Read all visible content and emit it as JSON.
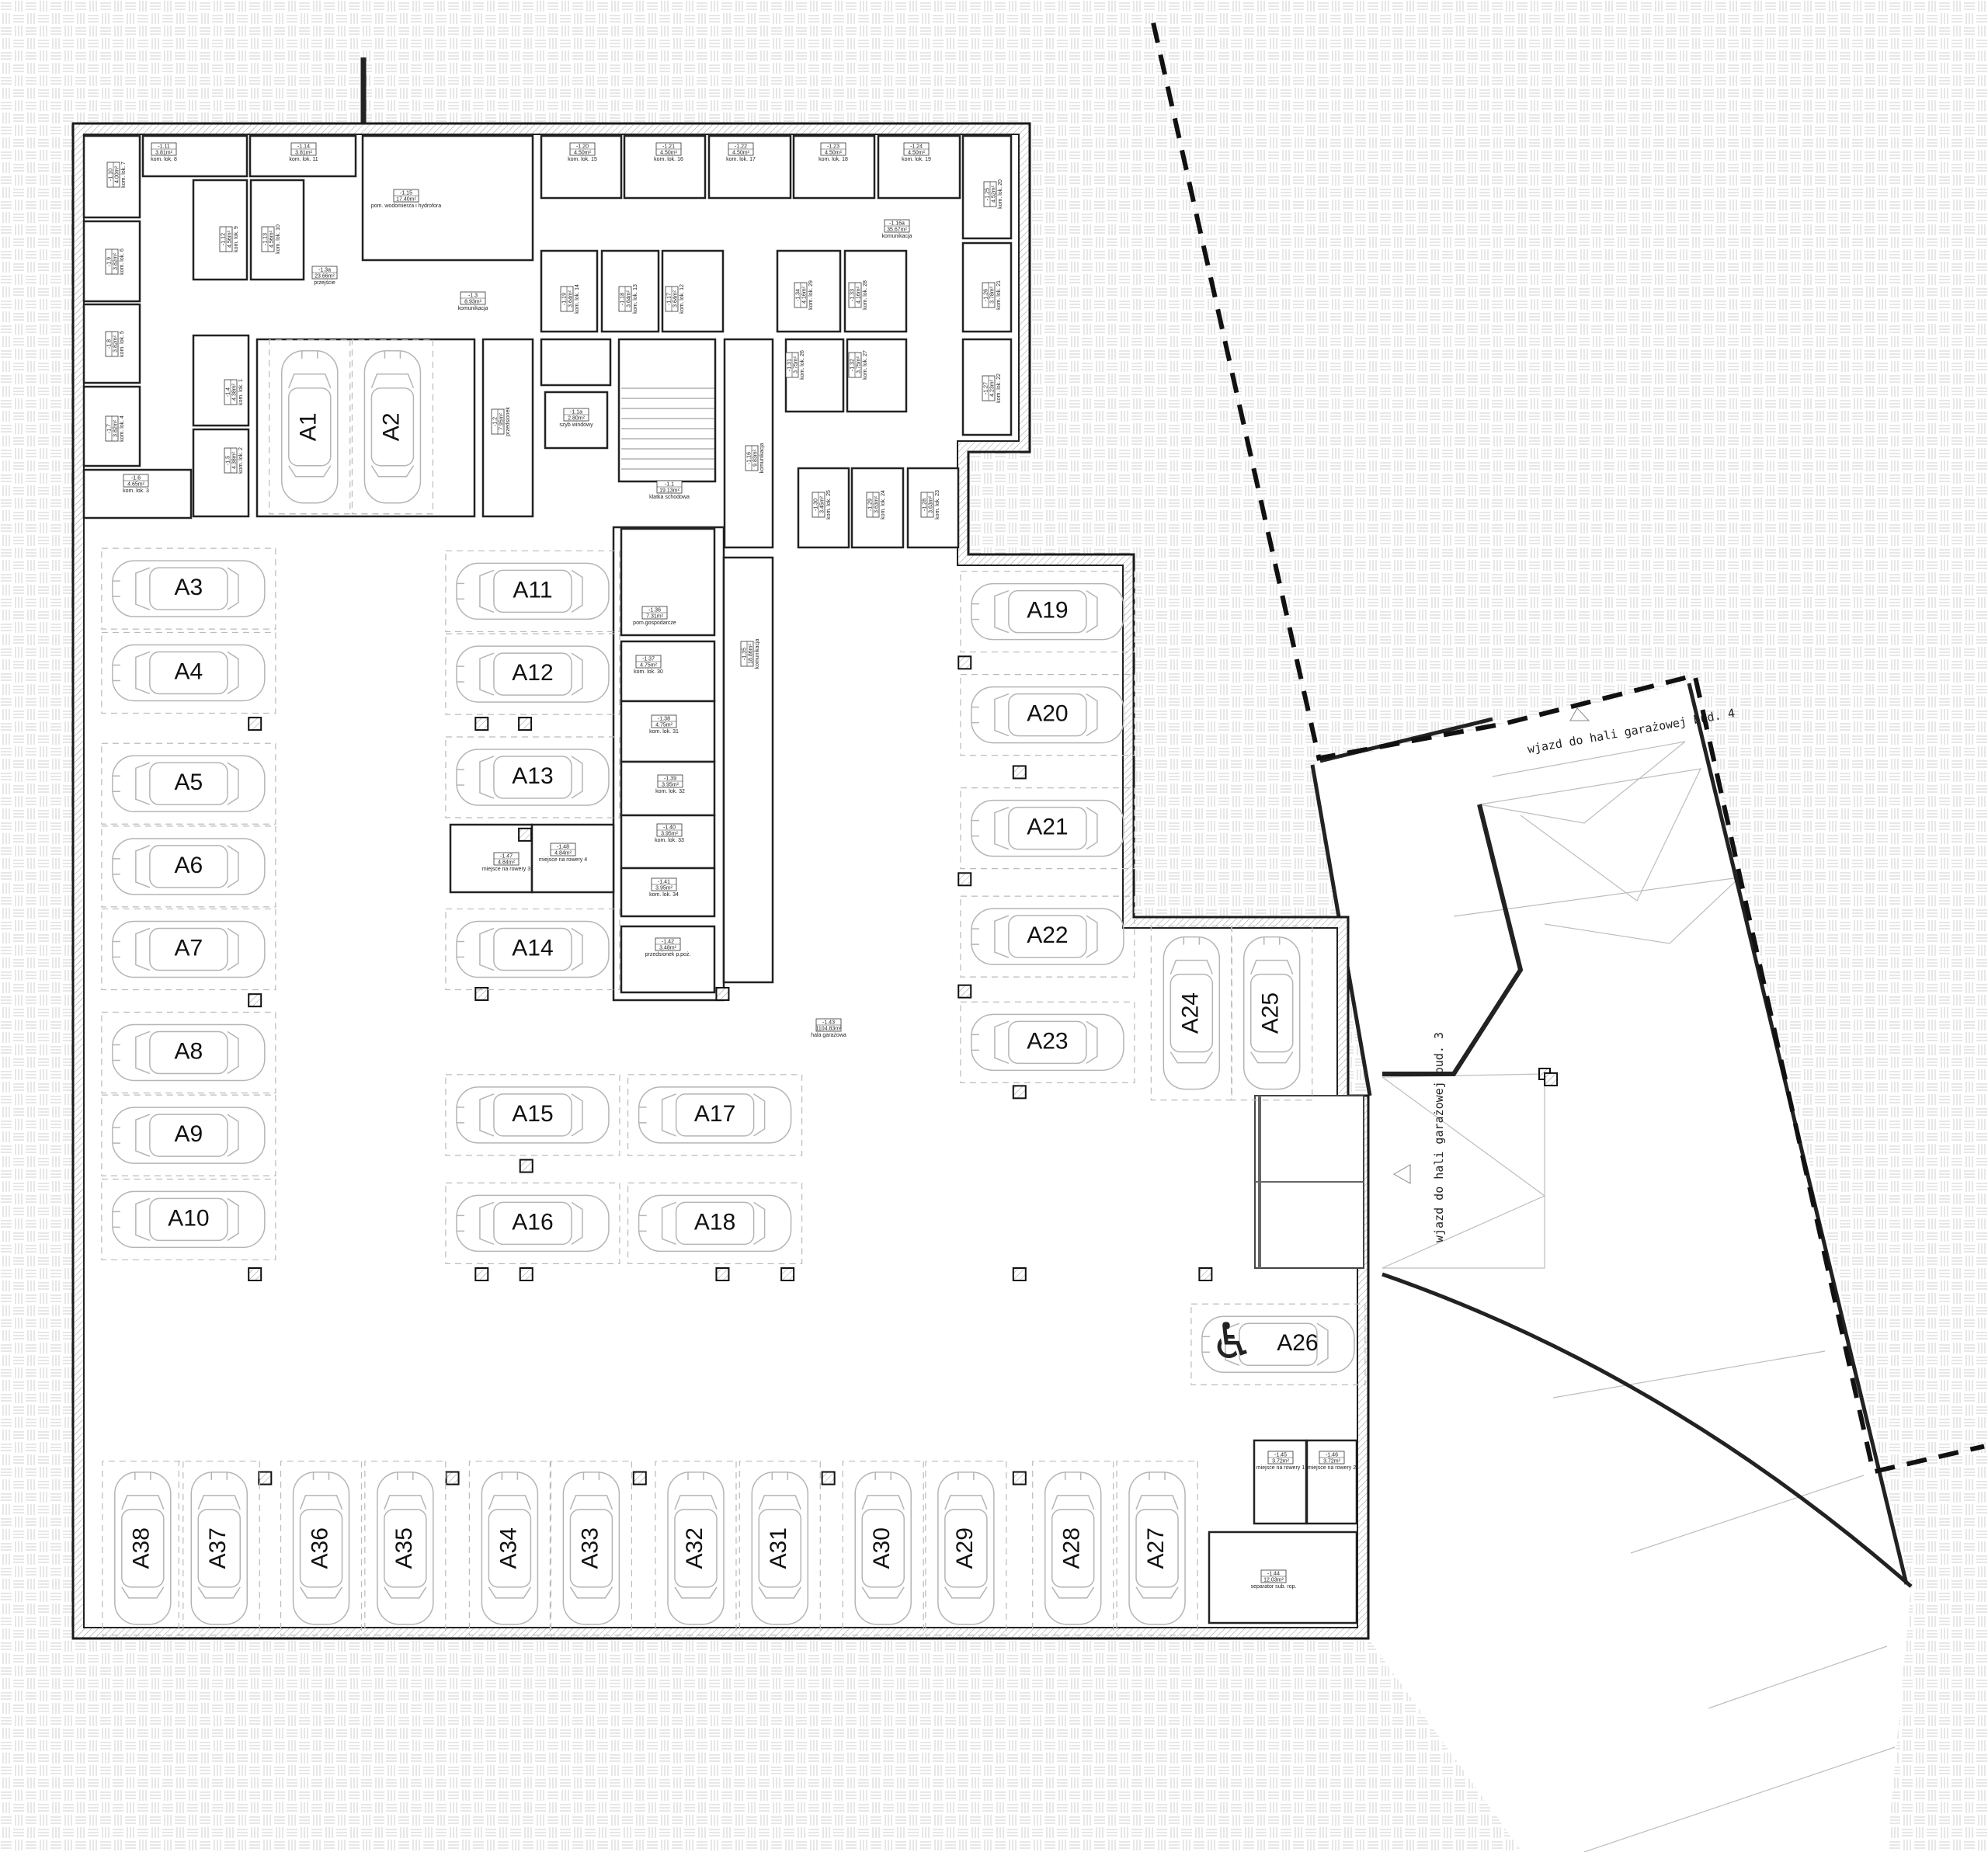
{
  "rooms": [
    {
      "id": "-1.10",
      "area": "4.00m²",
      "name": "kom. lok. 7"
    },
    {
      "id": "-1.11",
      "area": "3.81m²",
      "name": "kom. lok. 8"
    },
    {
      "id": "-1.14",
      "area": "3.81m²",
      "name": "kom. lok. 11"
    },
    {
      "id": "-1.12",
      "area": "4.56m²",
      "name": "kom. lok. 9"
    },
    {
      "id": "-1.13",
      "area": "4.56m²",
      "name": "kom. lok. 10"
    },
    {
      "id": "-1.9",
      "area": "3.82m²",
      "name": "kom. lok. 6"
    },
    {
      "id": "-1.8",
      "area": "3.82m²",
      "name": "kom. lok. 5"
    },
    {
      "id": "-1.7",
      "area": "3.82m²",
      "name": "kom. lok. 4"
    },
    {
      "id": "-1.6",
      "area": "4.65m²",
      "name": "kom. lok. 3"
    },
    {
      "id": "-1.4",
      "area": "4.38m²",
      "name": "kom. lok. 1"
    },
    {
      "id": "-1.5",
      "area": "4.38m²",
      "name": "kom. lok. 2"
    },
    {
      "id": "-1.3a",
      "area": "23.66m²",
      "name": "przejście"
    },
    {
      "id": "-1.15",
      "area": "17.40m²",
      "name": "pom. wodomierza i hydrofora"
    },
    {
      "id": "-1.3",
      "area": "8.93m²",
      "name": "komunikacja"
    },
    {
      "id": "-1.2",
      "area": "7.95m²",
      "name": "przedsionek"
    },
    {
      "id": "-1.20",
      "area": "4.50m²",
      "name": "kom. lok. 15"
    },
    {
      "id": "-1.21",
      "area": "4.50m²",
      "name": "kom. lok. 16"
    },
    {
      "id": "-1.22",
      "area": "4.50m²",
      "name": "kom. lok. 17"
    },
    {
      "id": "-1.23",
      "area": "4.50m²",
      "name": "kom. lok. 18"
    },
    {
      "id": "-1.24",
      "area": "4.50m²",
      "name": "kom. lok. 19"
    },
    {
      "id": "-1.25",
      "area": "4.52m²",
      "name": "kom. lok. 20"
    },
    {
      "id": "-1.16a",
      "area": "35.67m²",
      "name": "komunikacja"
    },
    {
      "id": "-1.19",
      "area": "3.64m²",
      "name": "kom. lok. 14"
    },
    {
      "id": "-1.18",
      "area": "3.64m²",
      "name": "kom. lok. 13"
    },
    {
      "id": "-1.17",
      "area": "3.64m²",
      "name": "kom. lok. 12"
    },
    {
      "id": "-1.34",
      "area": "4.16m²",
      "name": "kom. lok. 29"
    },
    {
      "id": "-1.33",
      "area": "4.16m²",
      "name": "kom. lok. 28"
    },
    {
      "id": "-1.26",
      "area": "3.78m²",
      "name": "kom. lok. 21"
    },
    {
      "id": "-1.31",
      "area": "3.75m²",
      "name": "kom. lok. 26"
    },
    {
      "id": "-1.32",
      "area": "3.75m²",
      "name": "kom. lok. 27"
    },
    {
      "id": "-1.27",
      "area": "4.23m²",
      "name": "kom. lok. 22"
    },
    {
      "id": "-1.1a",
      "area": "2.80m²",
      "name": "szyb windowy"
    },
    {
      "id": "-1.16",
      "area": "9.83m²",
      "name": "komunikacja"
    },
    {
      "id": "-1.1",
      "area": "19.13m²",
      "name": "klatka schodowa"
    },
    {
      "id": "-1.30",
      "area": "3.45m²",
      "name": "kom. lok. 25"
    },
    {
      "id": "-1.29",
      "area": "3.63m²",
      "name": "kom. lok. 24"
    },
    {
      "id": "-1.28",
      "area": "3.63m²",
      "name": "kom. lok. 23"
    },
    {
      "id": "-1.36",
      "area": "7.31m²",
      "name": "pom.gospodarcze"
    },
    {
      "id": "-1.35",
      "area": "18.86m²",
      "name": "komunikacja"
    },
    {
      "id": "-1.37",
      "area": "4.75m²",
      "name": "kom. lok. 30"
    },
    {
      "id": "-1.38",
      "area": "4.75m²",
      "name": "kom. lok. 31"
    },
    {
      "id": "-1.39",
      "area": "3.95m²",
      "name": "kom. lok. 32"
    },
    {
      "id": "-1.40",
      "area": "3.95m²",
      "name": "kom. lok. 33"
    },
    {
      "id": "-1.41",
      "area": "3.95m²",
      "name": "kom. lok. 34"
    },
    {
      "id": "-1.42",
      "area": "3.48m²",
      "name": "przedsionek p.poż."
    },
    {
      "id": "-1.47",
      "area": "4.84m²",
      "name": "miejsce na rowery 3"
    },
    {
      "id": "-1.48",
      "area": "4.84m²",
      "name": "miejsce na rowery 4"
    },
    {
      "id": "-1.43",
      "area": "1104.83m²",
      "name": "hala garażowa"
    },
    {
      "id": "-1.45",
      "area": "3.72m²",
      "name": "miejsce na rowery 1"
    },
    {
      "id": "-1.46",
      "area": "3.72m²",
      "name": "miejsce na rowery 2"
    },
    {
      "id": "-1.44",
      "area": "12.03m²",
      "name": "separator sub. rop."
    }
  ],
  "parking": {
    "spots": [
      "A1",
      "A2",
      "A3",
      "A4",
      "A5",
      "A6",
      "A7",
      "A8",
      "A9",
      "A10",
      "A11",
      "A12",
      "A13",
      "A14",
      "A15",
      "A16",
      "A17",
      "A18",
      "A19",
      "A20",
      "A21",
      "A22",
      "A23",
      "A24",
      "A25",
      "A26",
      "A27",
      "A28",
      "A29",
      "A30",
      "A31",
      "A32",
      "A33",
      "A34",
      "A35",
      "A36",
      "A37",
      "A38"
    ],
    "accessible_spot": "A26"
  },
  "ramps": {
    "bud4": "wjazd do hali garażowej bud. 4",
    "bud3": "wjazd do hali garażowej bud. 3"
  },
  "colors": {
    "wall": "#1a1a1a",
    "paving": "#cfcfcf",
    "car": "#b5b5b5",
    "boundary": "#111111"
  }
}
